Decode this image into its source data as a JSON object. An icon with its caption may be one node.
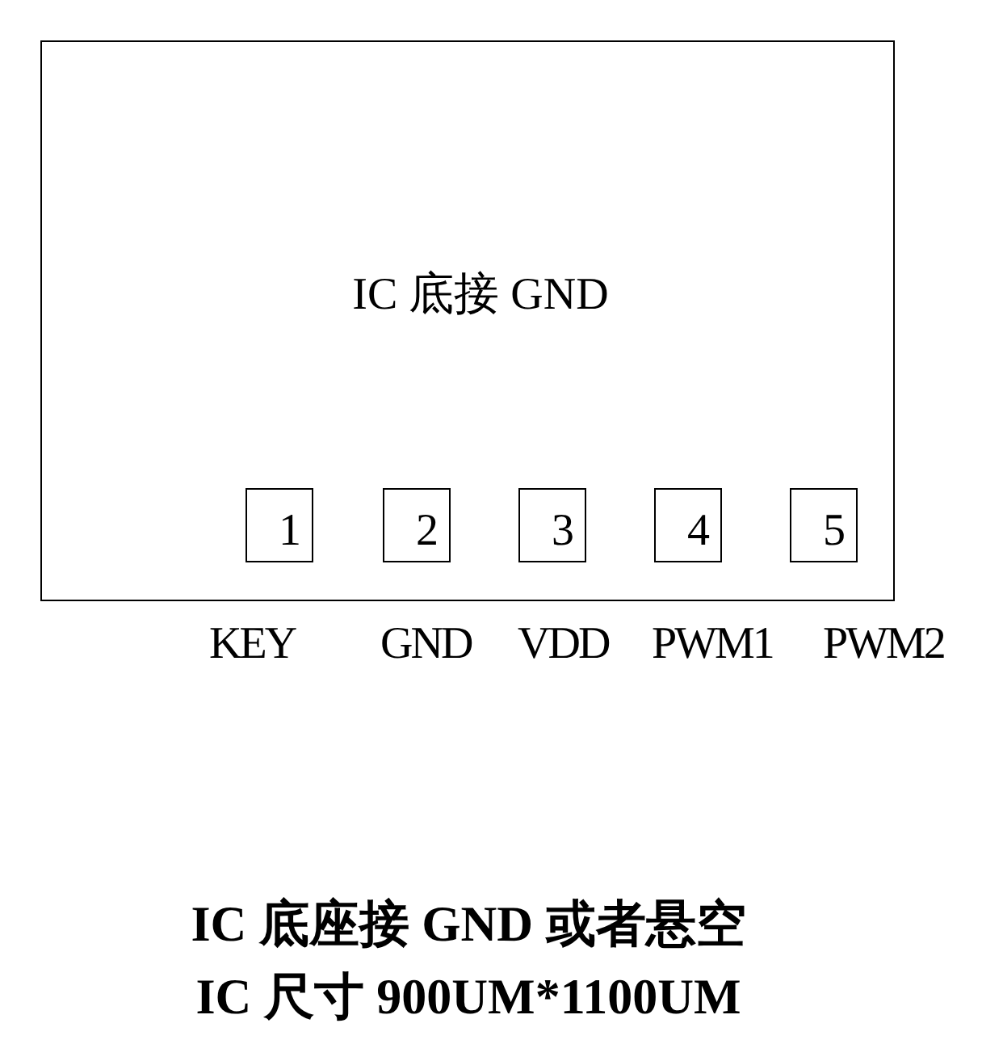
{
  "diagram": {
    "nodes": [
      {
        "text": [],
        "shape": "box"
      },
      {
        "text": [
          "IC 底接 GND"
        ],
        "in": 0
      },
      {
        "text": [
          "1"
        ],
        "in": 0,
        "beside": [
          "KEY"
        ]
      },
      {
        "text": [
          "2"
        ],
        "in": 0,
        "beside": [
          "GND"
        ]
      },
      {
        "text": [
          "3"
        ],
        "in": 0,
        "beside": [
          "VDD"
        ]
      },
      {
        "text": [
          "4"
        ],
        "in": 0,
        "beside": [
          "PWM1"
        ]
      },
      {
        "text": [
          "5"
        ],
        "in": 0,
        "beside": [
          "PWM2"
        ]
      }
    ],
    "labels": [
      "IC 底座接 GND 或者悬空",
      "IC 尺寸 900UM*1100UM"
    ]
  }
}
